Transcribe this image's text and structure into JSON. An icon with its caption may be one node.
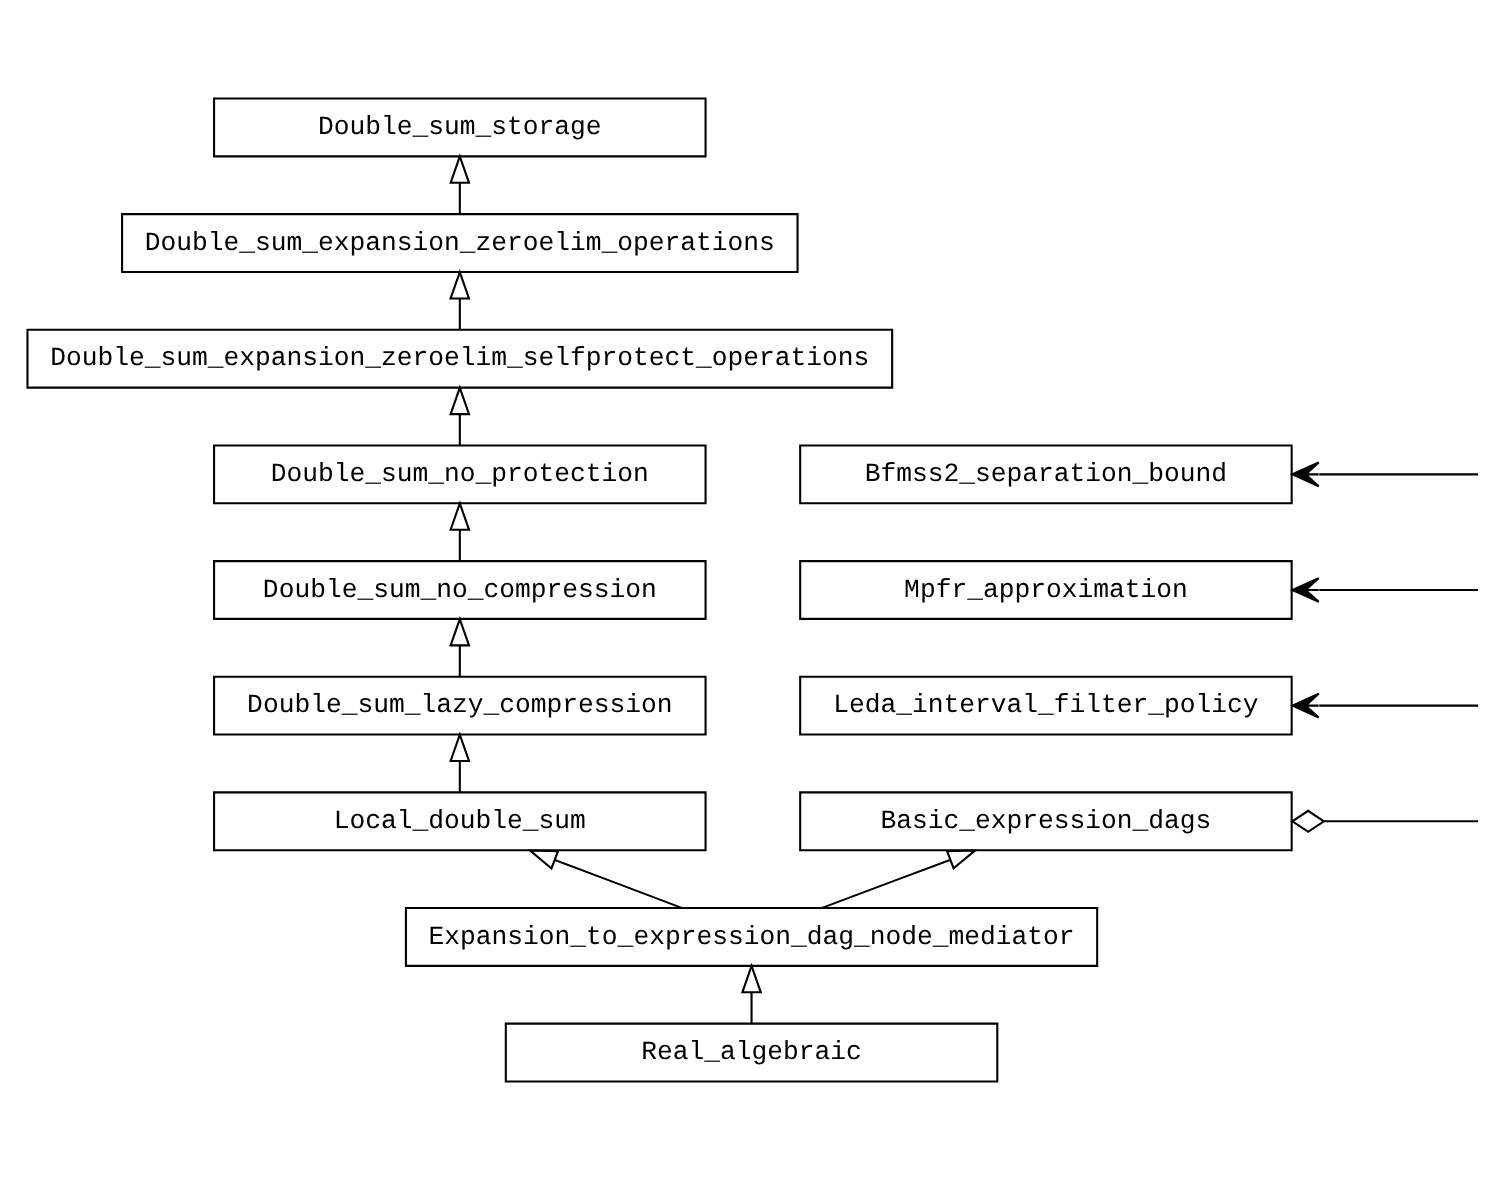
{
  "diagram": {
    "nodes": [
      {
        "text": [
          "Double_sum_storage"
        ]
      },
      {
        "text": [
          "Double_sum_expansion_zeroelim_operations"
        ]
      },
      {
        "text": [
          "Double_sum_expansion_zeroelim_selfprotect_operations"
        ]
      },
      {
        "text": [
          "Double_sum_no_protection"
        ]
      },
      {
        "text": [
          "Bfmss2_separation_bound"
        ]
      },
      {
        "text": [
          "Double_sum_no_compression"
        ]
      },
      {
        "text": [
          "Mpfr_approximation"
        ]
      },
      {
        "text": [
          "Double_sum_lazy_compression"
        ]
      },
      {
        "text": [
          "Leda_interval_filter_policy"
        ]
      },
      {
        "text": [
          "Local_double_sum"
        ]
      },
      {
        "text": [
          "Basic_expression_dags"
        ]
      },
      {
        "text": [
          "Expansion_to_expression_dag_node_mediator"
        ]
      },
      {
        "text": [
          "Real_algebraic"
        ]
      }
    ],
    "edges": [
      {
        "from": 1,
        "to": 0,
        "arrow": "to"
      },
      {
        "from": 2,
        "to": 1,
        "arrow": "to"
      },
      {
        "from": 3,
        "to": 2,
        "arrow": "to"
      },
      {
        "from": 5,
        "to": 3,
        "arrow": "to"
      },
      {
        "from": 7,
        "to": 5,
        "arrow": "to"
      },
      {
        "from": 9,
        "to": 7,
        "arrow": "to"
      },
      {
        "from": 11,
        "to": 9,
        "arrow": "to"
      },
      {
        "from": 11,
        "to": 10,
        "arrow": "to"
      },
      {
        "from": 12,
        "to": 11,
        "arrow": "to"
      },
      {
        "from": null,
        "to": 4,
        "arrow": "to"
      },
      {
        "from": null,
        "to": 6,
        "arrow": "to"
      },
      {
        "from": null,
        "to": 8,
        "arrow": "to"
      },
      {
        "from": null,
        "to": 10,
        "arrow": "other"
      }
    ]
  }
}
